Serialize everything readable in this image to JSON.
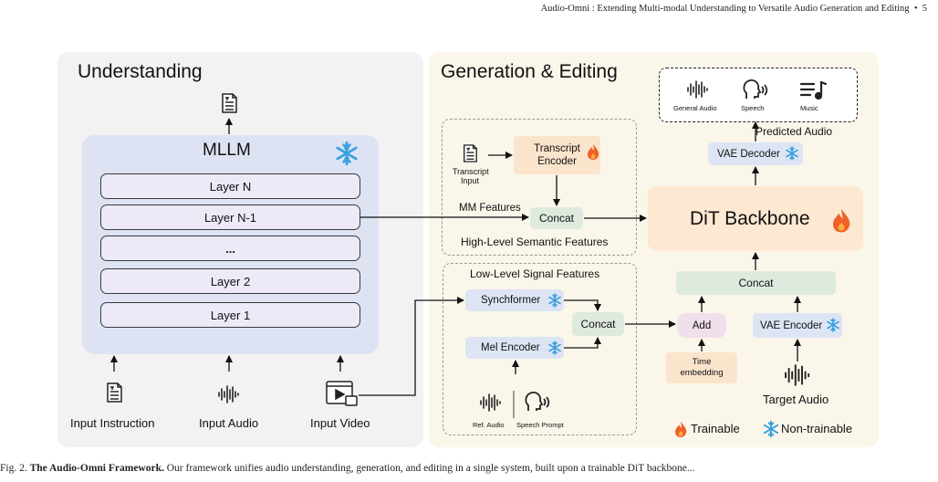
{
  "header": {
    "running_title": "Audio-Omni : Extending Multi-modal Understanding to Versatile Audio Generation and Editing",
    "separator": "•",
    "page_number": "5"
  },
  "understanding": {
    "title": "Understanding",
    "mllm_label": "MLLM",
    "layers": [
      "Layer N",
      "Layer N-1",
      "...",
      "Layer 2",
      "Layer 1"
    ],
    "inputs": [
      "Input Instruction",
      "Input Audio",
      "Input Video"
    ]
  },
  "generation": {
    "title": "Generation & Editing",
    "transcript_input": [
      "Transcript",
      "Input"
    ],
    "transcript_encoder": [
      "Transcript",
      "Encoder"
    ],
    "mm_features": "MM Features",
    "concat": "Concat",
    "high_level": "High-Level Semantic Features",
    "low_level": "Low-Level Signal Features",
    "synchformer": "Synchformer",
    "mel_encoder": "Mel Encoder",
    "ref_audio": "Ref. Audio",
    "speech_prompt": "Speech Prompt",
    "add": "Add",
    "time_embedding": [
      "Time",
      "embedding"
    ],
    "vae_encoder": "VAE Encoder",
    "target_audio": "Target Audio",
    "vae_decoder": "VAE Decoder",
    "dit_backbone": "DiT Backbone",
    "outputs": [
      "General Audio",
      "Speech",
      "Music"
    ],
    "predicted_audio": "Predicted Audio",
    "legend": {
      "trainable": "Trainable",
      "non_trainable": "Non-trainable"
    }
  },
  "caption": {
    "prefix": "Fig. 2.",
    "bold": "The Audio-Omni Framework.",
    "rest": "Our framework unifies audio understanding, generation, and editing in a single system, built upon a trainable DiT backbone..."
  },
  "colors": {
    "understanding_bg": "#f2f2f3",
    "generation_bg": "#fbf6ea",
    "mllm_bg": "#dde3f3",
    "dit_bg": "#fde8d2",
    "snowflake": "#3aa0e0",
    "flame": "#f0602a"
  }
}
